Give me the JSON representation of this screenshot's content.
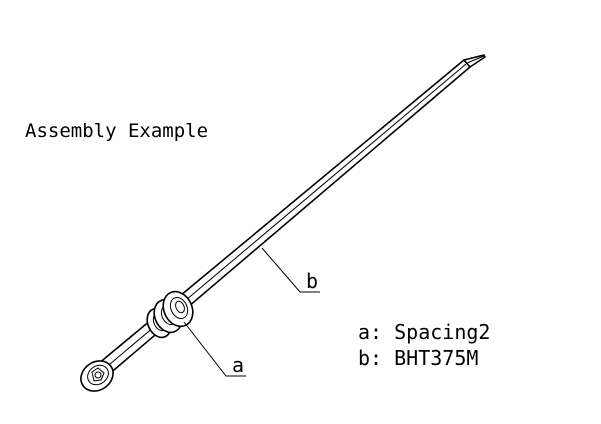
{
  "title": "Assembly Example",
  "callouts": [
    {
      "id": "a",
      "label": "a"
    },
    {
      "id": "b",
      "label": "b"
    }
  ],
  "legend": [
    {
      "text": "a: Spacing2"
    },
    {
      "text": "b: BHT375M"
    }
  ],
  "colors": {
    "line": "#000000",
    "background": "#ffffff"
  }
}
